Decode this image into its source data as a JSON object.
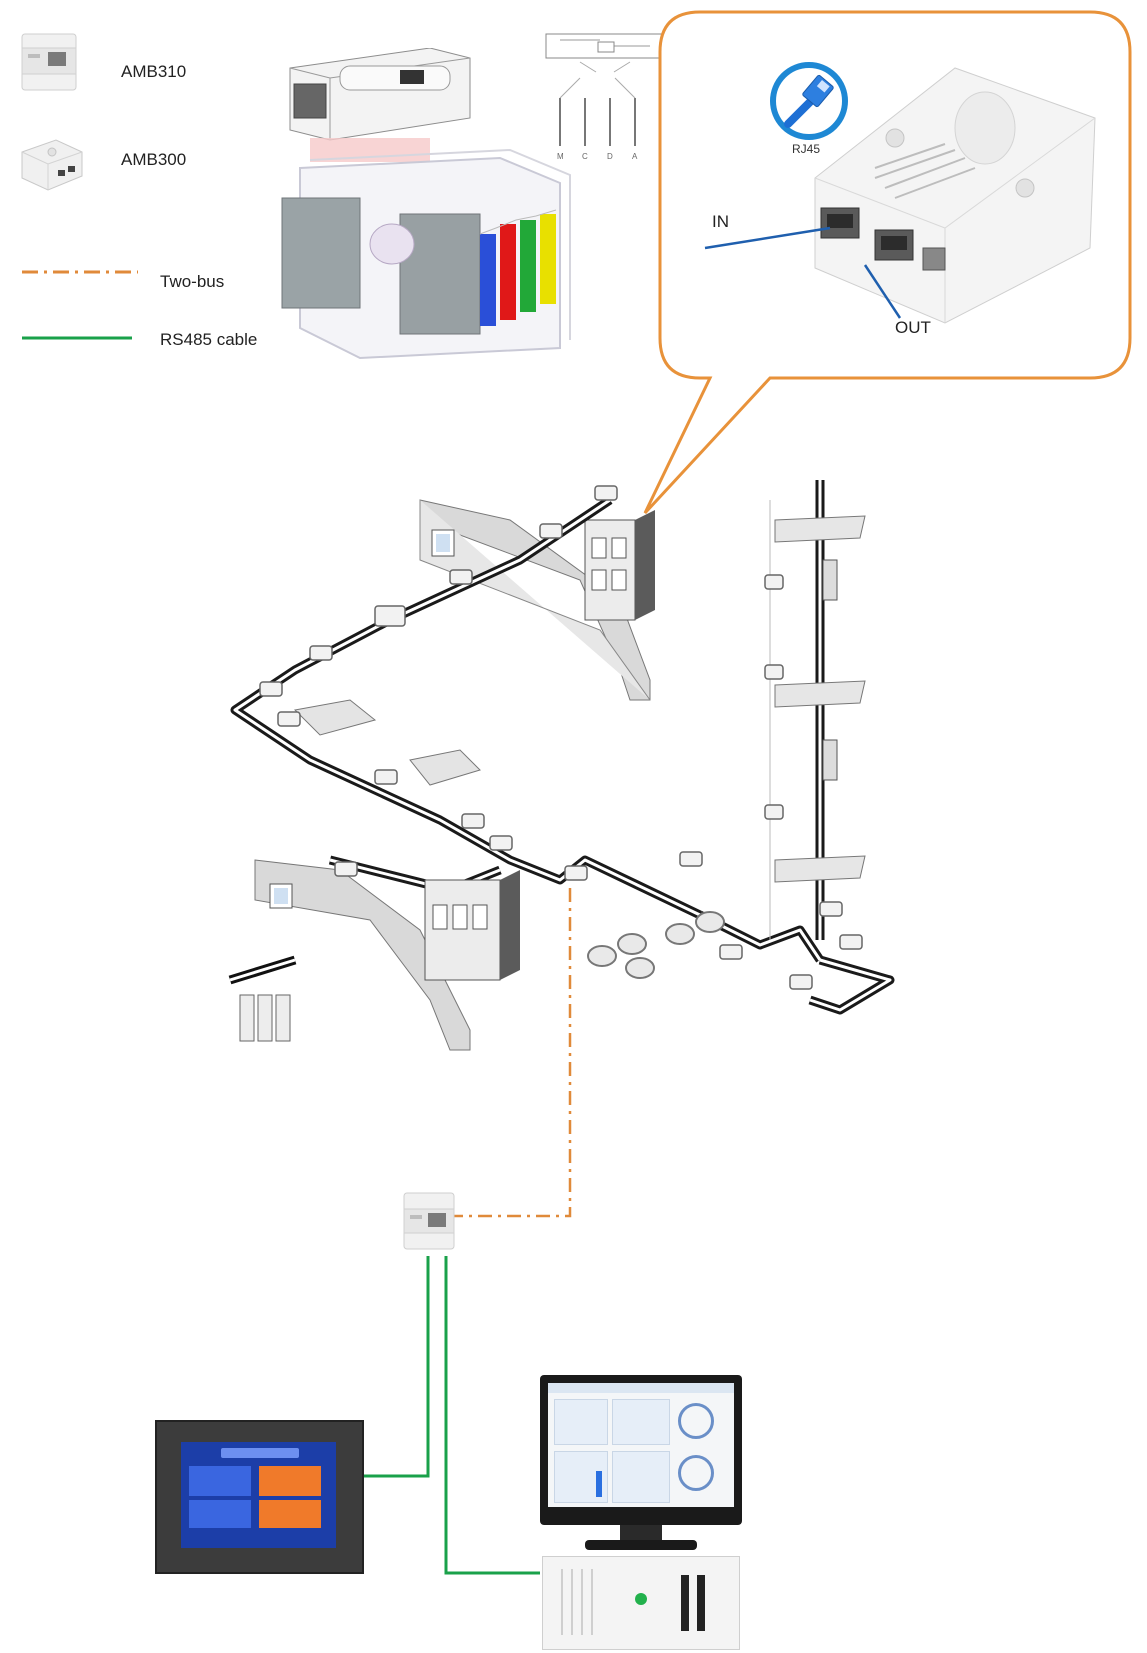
{
  "legend": {
    "items": [
      {
        "label": "AMB310",
        "icon": "din-rail-meter-icon"
      },
      {
        "label": "AMB300",
        "icon": "busway-monitor-icon"
      }
    ],
    "lines": [
      {
        "label": "Two-bus",
        "style": "dash-dot",
        "color": "#e08a3a"
      },
      {
        "label": "RS485 cable",
        "style": "solid",
        "color": "#1aa14a"
      }
    ]
  },
  "callout": {
    "rj45_label": "RJ45",
    "in_label": "IN",
    "out_label": "OUT",
    "border_color": "#e8923a"
  },
  "rail_marks": [
    "M",
    "C",
    "D",
    "A"
  ],
  "colors": {
    "two_bus": "#e08a3a",
    "rs485": "#1aa14a",
    "callout": "#e8923a",
    "phase_blue": "#2a4fd8",
    "phase_red": "#e01818",
    "phase_green": "#22a838",
    "phase_yellow": "#e8e000"
  }
}
